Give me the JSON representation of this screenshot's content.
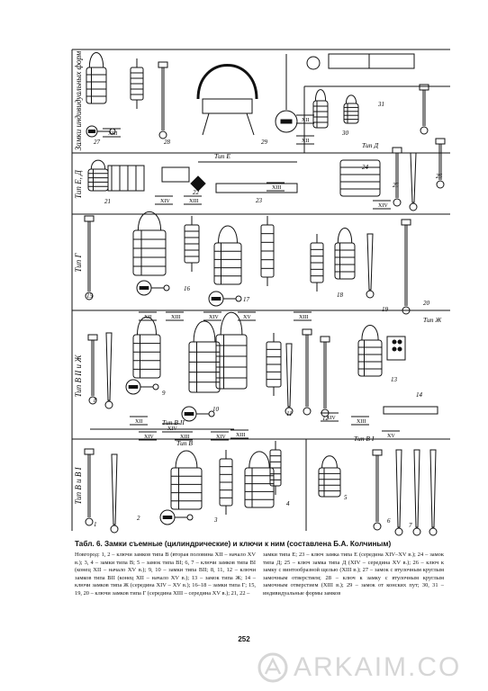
{
  "side_labels": [
    "Замки индивидуальных форм",
    "Тип Е, Д",
    "Тип Г",
    "Тип В II и Ж",
    "Тип В и В I"
  ],
  "type_labels": [
    "Тип Е",
    "Тип Д",
    "Тип Ж",
    "Тип В II",
    "Тип В",
    "Тип В I"
  ],
  "figure_numbers": [
    "1",
    "2",
    "3",
    "4",
    "5",
    "6",
    "7",
    "8",
    "9",
    "10",
    "11",
    "12",
    "13",
    "14",
    "15",
    "16",
    "17",
    "18",
    "19",
    "20",
    "21",
    "22",
    "23",
    "24",
    "25",
    "26",
    "27",
    "28",
    "29",
    "30",
    "31"
  ],
  "century_marks": [
    "XIII",
    "XIV",
    "XIII",
    "XII",
    "XIII",
    "XIV",
    "XV",
    "XIII",
    "XIV",
    "XIII",
    "XIV",
    "XV",
    "XIV",
    "XII",
    "XII",
    "XIII",
    "XIV",
    "XII",
    "XIII",
    "XIII",
    "XIV"
  ],
  "caption": {
    "title": "Табл. 6. Замки съемные (цилиндрические) и ключи к ним (составлена Б.А. Колчиным)",
    "col1": "Новгород: 1, 2 – ключи замков типа В (вторая половина XII – начало XV в.); 3, 4 – замки типа В; 5 – замок типа ВI; 6, 7 – ключи замков типа ВI (конец XII – начало XV в.); 9, 10 – замки типа ВII; 8, 11, 12 – ключи замков типа ВII (конец XII – начало XV в.); 13 – замок типа Ж; 14 – ключи замков типа Ж (середина XIV – XV в.); 16–18 – замки типа Г; 15, 19, 20 – ключи замков типа Г (середина XIII – середина XV в.); 21, 22 –",
    "col2": "замки типа Е; 23 – ключ замка типа Е (середина XIV–XV в.); 24 – замок типа Д; 25 – ключ замка типа Д (XIV – середина XV в.); 26 – ключ к замку с винтообразной щелью (XIII в.); 27 – замок с втулочным круглым замочным отверстием; 28 – ключ к замку с втулочным круглым замочным отверстием (XIII в.); 29 – замок от конских пут; 30, 31 – индивидуальные формы замков"
  },
  "page_number": "252",
  "watermark": "ARKAIM.CO"
}
